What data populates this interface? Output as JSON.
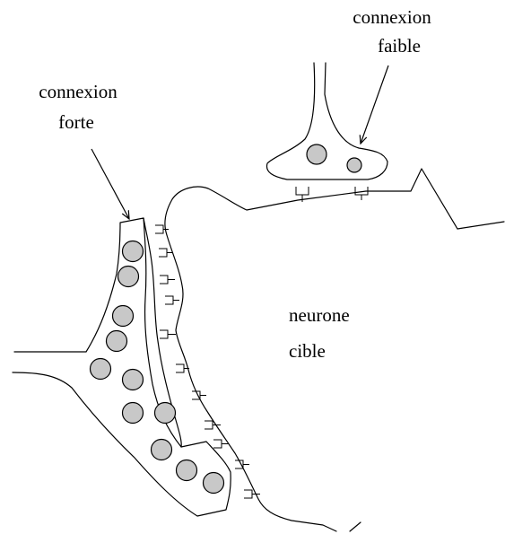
{
  "labels": {
    "weak_line1": "connexion",
    "weak_line2": "faible",
    "strong_line1": "connexion",
    "strong_line2": "forte",
    "target_line1": "neurone",
    "target_line2": "cible"
  },
  "colors": {
    "line": "#000000",
    "vesicle_fill": "#c8c8c8",
    "background": "#ffffff"
  }
}
